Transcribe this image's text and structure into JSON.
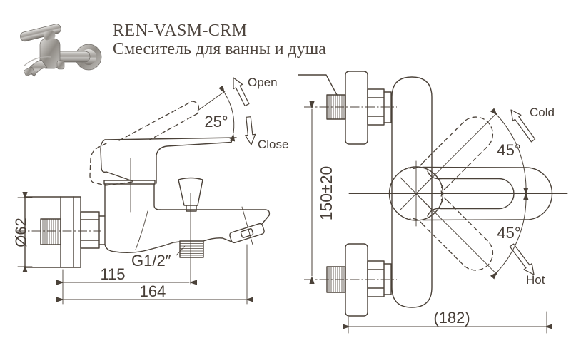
{
  "header": {
    "model": "REN-VASM-CRM",
    "subtitle": "Смеситель для ванны и душа"
  },
  "side_view": {
    "open_label": "Open",
    "close_label": "Close",
    "handle_open_angle": "25°",
    "escutcheon_diameter": "Ø62",
    "hose_thread": "G1/2″",
    "spout_center_dim": "115",
    "spout_reach_dim": "164"
  },
  "front_view": {
    "cold_label": "Cold",
    "hot_label": "Hot",
    "rotation_angle_up": "45°",
    "rotation_angle_down": "45°",
    "mount_centers_dim": "150±20",
    "overall_width_dim": "(182)"
  },
  "colors": {
    "line": "#4b4239",
    "text": "#473e37",
    "background": "#ffffff"
  }
}
